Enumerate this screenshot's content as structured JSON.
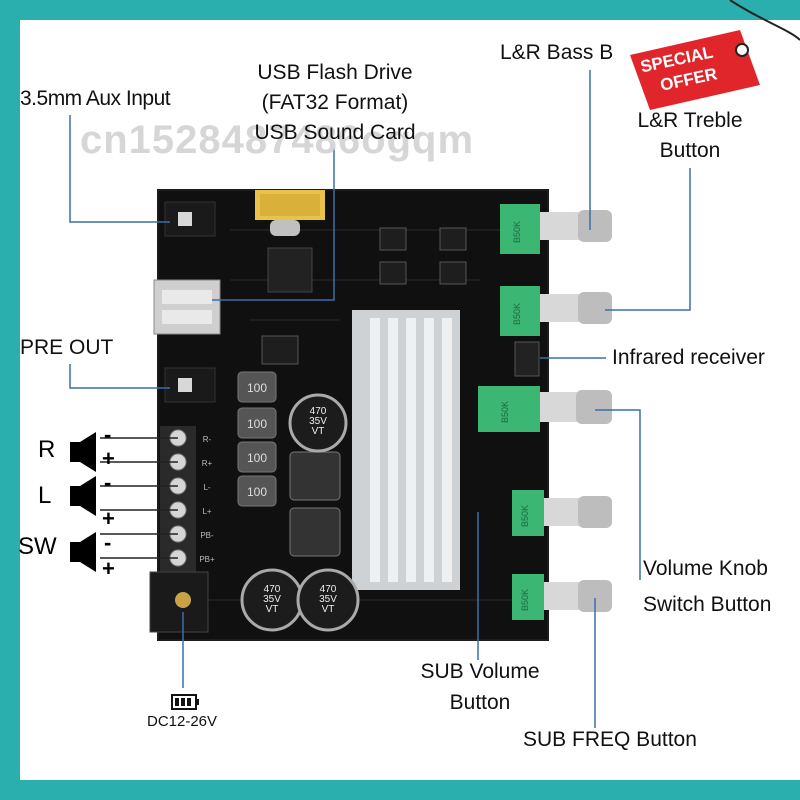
{
  "labels": {
    "aux_input": "3.5mm Aux Input",
    "usb_line1": "USB Flash Drive",
    "usb_line2": "(FAT32 Format)",
    "usb_line3": "USB Sound Card",
    "bass_button": "L&R Bass B",
    "treble_line1": "L&R Treble",
    "treble_line2": "Button",
    "pre_out": "PRE OUT",
    "infrared": "Infrared receiver",
    "volume_knob": "Volume Knob",
    "switch_button": "Switch Button",
    "sub_volume_line1": "SUB Volume",
    "sub_volume_line2": "Button",
    "sub_freq": "SUB FREQ Button",
    "power": "DC12-26V"
  },
  "channels": {
    "right": "R",
    "left": "L",
    "sub": "SW",
    "minus": "-",
    "plus": "+"
  },
  "watermark": "cn1528487486ogqm",
  "badge": {
    "line1": "SPECIAL",
    "line2": "OFFER",
    "color": "#e0262b"
  },
  "board": {
    "cap_text": [
      "470",
      "35V",
      "VT"
    ],
    "inductor_text": "100",
    "pot_text": "B50K",
    "pin_text": [
      "R-",
      "R+",
      "L-",
      "L+",
      "PB-",
      "PB+"
    ]
  },
  "colors": {
    "frame": "#2aaeae",
    "board": "#111111",
    "pot": "#3bb673",
    "callout_line": "#3b6fa8"
  }
}
